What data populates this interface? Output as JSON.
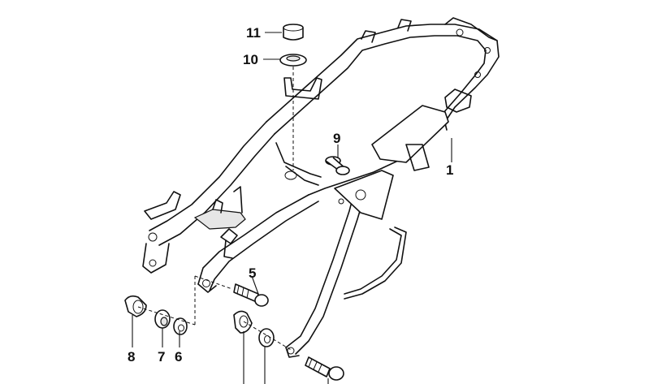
{
  "diagram": {
    "callouts": [
      {
        "id": "1",
        "label": "1"
      },
      {
        "id": "5",
        "label": "5"
      },
      {
        "id": "6",
        "label": "6"
      },
      {
        "id": "7",
        "label": "7"
      },
      {
        "id": "8",
        "label": "8"
      },
      {
        "id": "9",
        "label": "9"
      },
      {
        "id": "10",
        "label": "10"
      },
      {
        "id": "11",
        "label": "11"
      }
    ]
  }
}
